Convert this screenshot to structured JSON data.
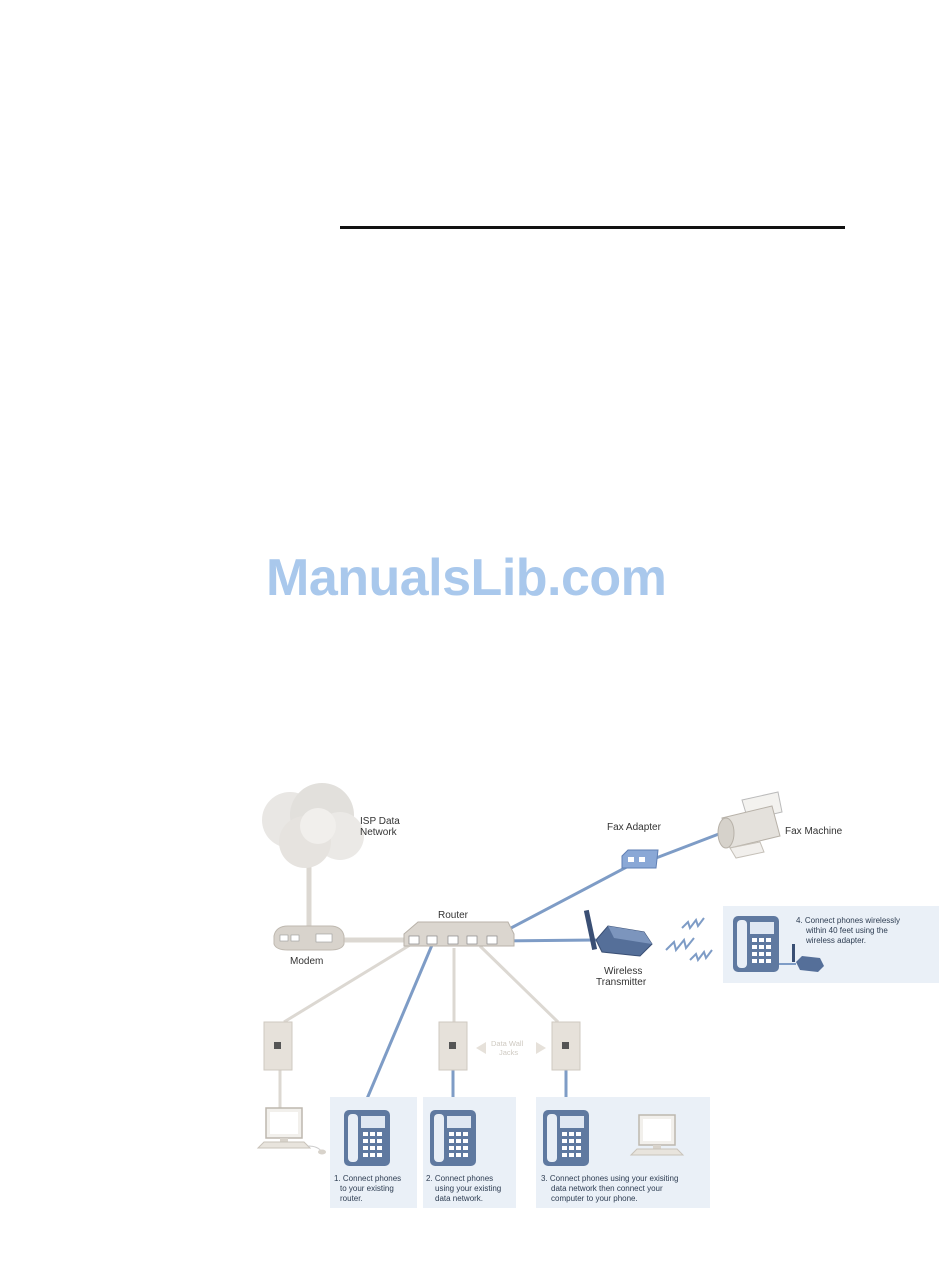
{
  "watermark": {
    "text": "ManualsLib.com"
  },
  "diagram": {
    "labels": {
      "isp": [
        "ISP Data",
        "Network"
      ],
      "modem": "Modem",
      "router": "Router",
      "fax_adapter": "Fax Adapter",
      "fax_machine": "Fax Machine",
      "wireless": [
        "Wireless",
        "Transmitter"
      ],
      "data_wall_jacks": [
        "Data Wall",
        "Jacks"
      ]
    },
    "panels": [
      {
        "lines": [
          "1. Connect phones",
          "to your existing",
          "router."
        ]
      },
      {
        "lines": [
          "2. Connect phones",
          "using your existing",
          "data network."
        ]
      },
      {
        "lines": [
          "3. Connect phones using your exisiting",
          "data network then connect your",
          "computer to your phone."
        ]
      },
      {
        "lines": [
          "4. Connect phones wirelessly",
          "within 40 feet using the",
          "wireless adapter."
        ]
      }
    ]
  },
  "colors": {
    "cable_blue": "#7e9cc6",
    "cable_gray": "#dcd8d2",
    "panel_bg": "#eaf0f7",
    "phone_blue": "#5f79a0"
  }
}
